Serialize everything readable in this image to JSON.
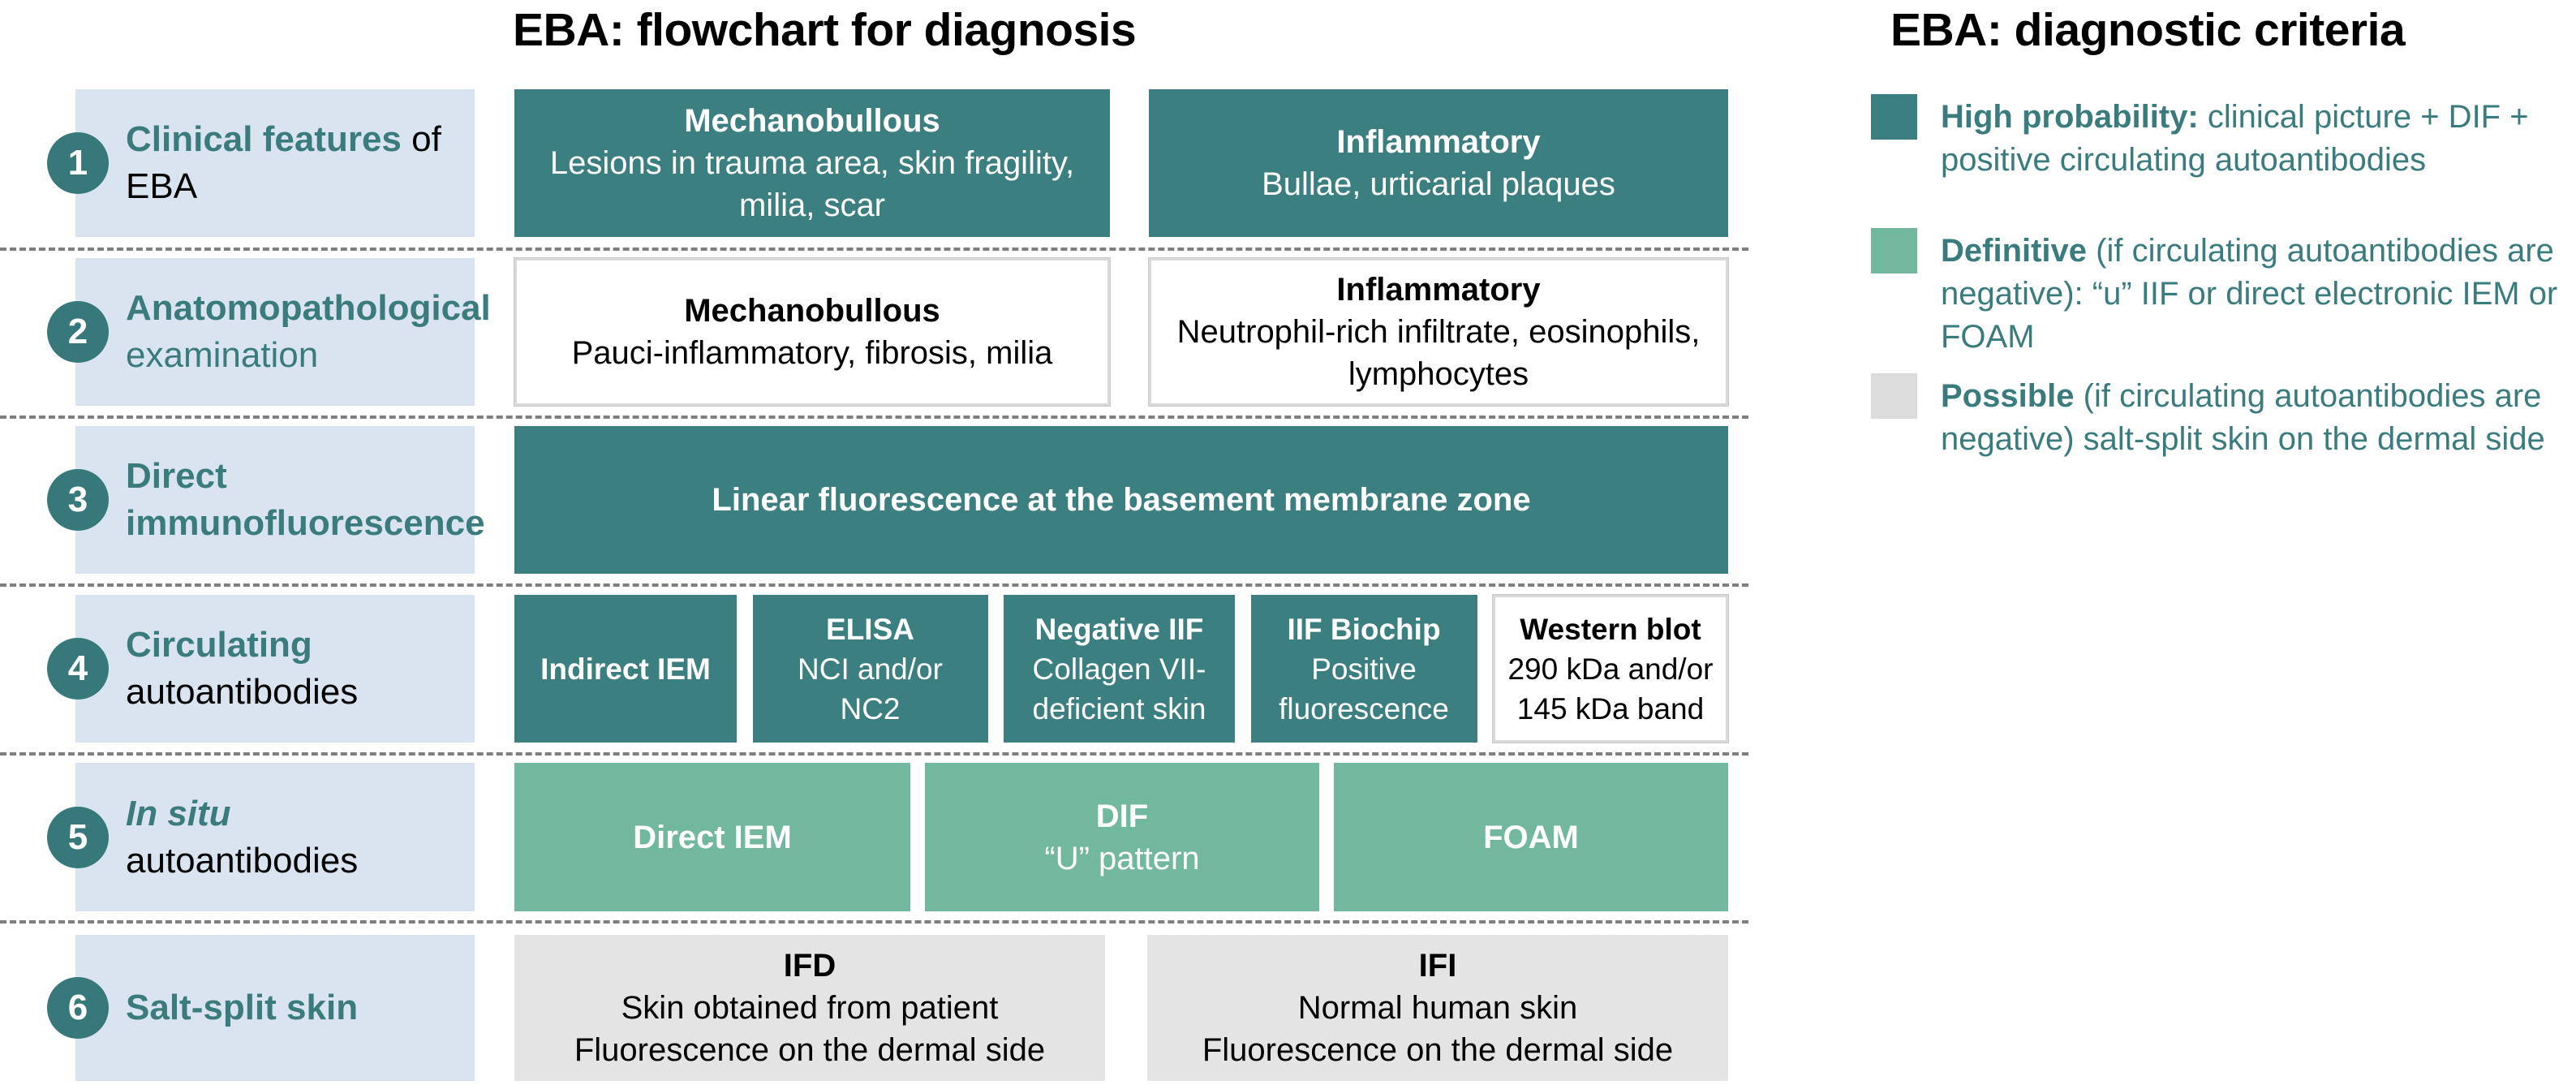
{
  "titles": {
    "flowchart": "EBA: flowchart for diagnosis",
    "criteria": "EBA: diagnostic criteria"
  },
  "colors": {
    "accent_teal": "#3A7C7D",
    "box_teal": "#3C7F80",
    "box_green": "#72B89E",
    "box_gray": "#E4E4E4",
    "label_blue": "#DAE3F0",
    "white_box_border": "#D9D9D9",
    "separator_gray": "#7F7F7F"
  },
  "rows": [
    {
      "num": "1",
      "label": [
        {
          "accent": "Clinical features",
          "plain": " of"
        },
        {
          "accent": "",
          "plain": "EBA"
        }
      ],
      "boxes": [
        {
          "head": "Mechanobullous",
          "body": [
            "Lesions in trauma area, skin fragility,",
            "milia, scar"
          ]
        },
        {
          "head": "Inflammatory",
          "body": [
            "Bullae, urticarial plaques"
          ]
        }
      ]
    },
    {
      "num": "2",
      "label": [
        {
          "accent": "Anatomopathological",
          "plain": ""
        },
        {
          "accent": "",
          "plain": "examination"
        }
      ],
      "boxes": [
        {
          "head": "Mechanobullous",
          "body": [
            "Pauci-inflammatory, fibrosis, milia"
          ]
        },
        {
          "head": "Inflammatory",
          "body": [
            "Neutrophil-rich infiltrate, eosinophils,",
            "lymphocytes"
          ]
        }
      ]
    },
    {
      "num": "3",
      "label": [
        {
          "accent": "Direct",
          "plain": ""
        },
        {
          "accent": "immunofluorescence",
          "plain": ""
        }
      ],
      "boxes": [
        {
          "head": "Linear fluorescence at the basement membrane zone",
          "body": []
        }
      ]
    },
    {
      "num": "4",
      "label": [
        {
          "accent": "Circulating",
          "plain": ""
        },
        {
          "accent": "",
          "plain": "autoantibodies"
        }
      ],
      "boxes": [
        {
          "head": "Indirect IEM",
          "body": []
        },
        {
          "head": "ELISA",
          "body": [
            "NCI and/or",
            "NC2"
          ]
        },
        {
          "head": "Negative IIF",
          "body": [
            "Collagen VII-",
            "deficient skin"
          ]
        },
        {
          "head": "IIF Biochip",
          "body": [
            "Positive",
            "fluorescence"
          ]
        },
        {
          "head": "Western blot",
          "body": [
            "290 kDa and/or",
            "145 kDa band"
          ]
        }
      ]
    },
    {
      "num": "5",
      "label": [
        {
          "accent": "In situ",
          "plain": " autoantibodies"
        }
      ],
      "boxes": [
        {
          "head": "Direct IEM",
          "body": []
        },
        {
          "head": "DIF",
          "body": [
            "“U” pattern"
          ]
        },
        {
          "head": "FOAM",
          "body": []
        }
      ]
    },
    {
      "num": "6",
      "label": [
        {
          "accent": "Salt-split skin",
          "plain": ""
        }
      ],
      "boxes": [
        {
          "head": "IFD",
          "body": [
            "Skin obtained from patient",
            "Fluorescence on the dermal side"
          ]
        },
        {
          "head": "IFI",
          "body": [
            "Normal human skin",
            "Fluorescence on the dermal side"
          ]
        }
      ]
    }
  ],
  "legend": {
    "items": [
      {
        "bold": "High probability:",
        "rest": " clinical picture + DIF + positive circulating autoantibodies",
        "color": "#3C7F80"
      },
      {
        "bold": "Definitive",
        "rest": " (if circulating autoantibodies are negative): “u” IIF or direct electronic IEM or FOAM",
        "color": "#72B89E"
      },
      {
        "bold": "Possible",
        "rest": " (if circulating autoantibodies are negative) salt-split skin on the dermal side",
        "color": "#DCDCDC"
      }
    ]
  }
}
